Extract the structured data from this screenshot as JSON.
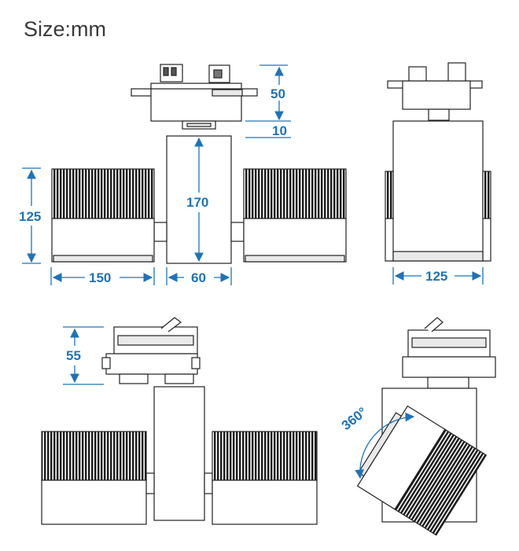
{
  "title": "Size:mm",
  "colors": {
    "dimension": "#1e73b8",
    "outline": "#222222",
    "body": "#ffffff",
    "fins": "#1a1a1a",
    "shade": "#e9e9e9"
  },
  "dimensions": {
    "adapter_height": "50",
    "adapter_gap": "10",
    "body_height": "170",
    "head_height": "125",
    "head_width": "150",
    "body_width": "60",
    "side_width": "125",
    "lower_adapter_height": "55",
    "rotation": "360°"
  },
  "icons": [
    "up-arrow-icon",
    "down-arrow-icon",
    "left-arrow-icon",
    "right-arrow-icon",
    "rotation-arc-icon"
  ]
}
